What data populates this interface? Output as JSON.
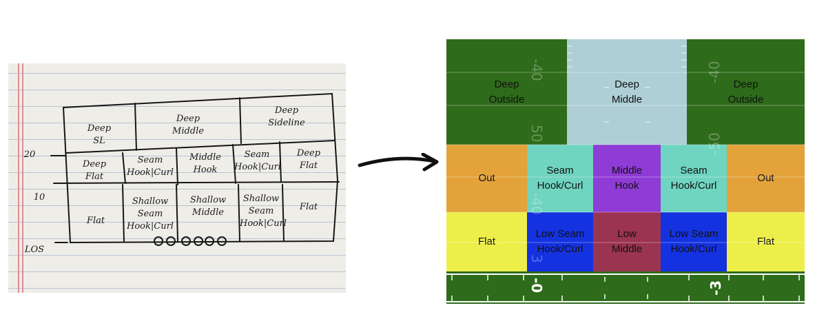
{
  "sketch": {
    "yard_markers": [
      "20",
      "10",
      "LOS"
    ],
    "zones": {
      "deep_sl_left": "Deep\nSL",
      "deep_middle": "Deep\nMiddle",
      "deep_sideline_right": "Deep\nSideline",
      "deep_flat_left": "Deep\nFlat",
      "seam_hook_curl_left": "Seam\nHook|Curl",
      "middle_hook": "Middle\nHook",
      "seam_hook_curl_right": "Seam\nHook|Curl",
      "deep_flat_right": "Deep\nFlat",
      "flat_left": "Flat",
      "shallow_seam_left": "Shallow\nSeam\nHook|Curl",
      "shallow_middle": "Shallow\nMiddle",
      "shallow_seam_right": "Shallow\nSeam\nHook|Curl",
      "flat_right": "Flat"
    }
  },
  "field": {
    "yard_numbers": [
      "-40",
      "50",
      "-40",
      "-0",
      "-40",
      "-50",
      "3",
      "-3"
    ],
    "zones": {
      "deep_outside_left": "Deep\nOutside",
      "deep_middle": "Deep\nMiddle",
      "deep_outside_right": "Deep\nOutside",
      "out_left": "Out",
      "seam_hook_curl_left": "Seam\nHook/Curl",
      "middle_hook": "Middle\nHook",
      "seam_hook_curl_right": "Seam\nHook/Curl",
      "out_right": "Out",
      "flat_left": "Flat",
      "low_seam_left": "Low Seam\nHook/Curl",
      "low_middle": "Low\nMiddle",
      "low_seam_right": "Low Seam\nHook/Curl",
      "flat_right": "Flat"
    },
    "colors": {
      "turf": "#2e6b1a",
      "deep_middle": "#aecfd6",
      "out": "#e3a23a",
      "seam": "#6fd4c0",
      "middle_hook": "#8f3bd6",
      "flat": "#eeee4a",
      "low_seam": "#1432e0",
      "low_middle": "#9b3450"
    }
  }
}
